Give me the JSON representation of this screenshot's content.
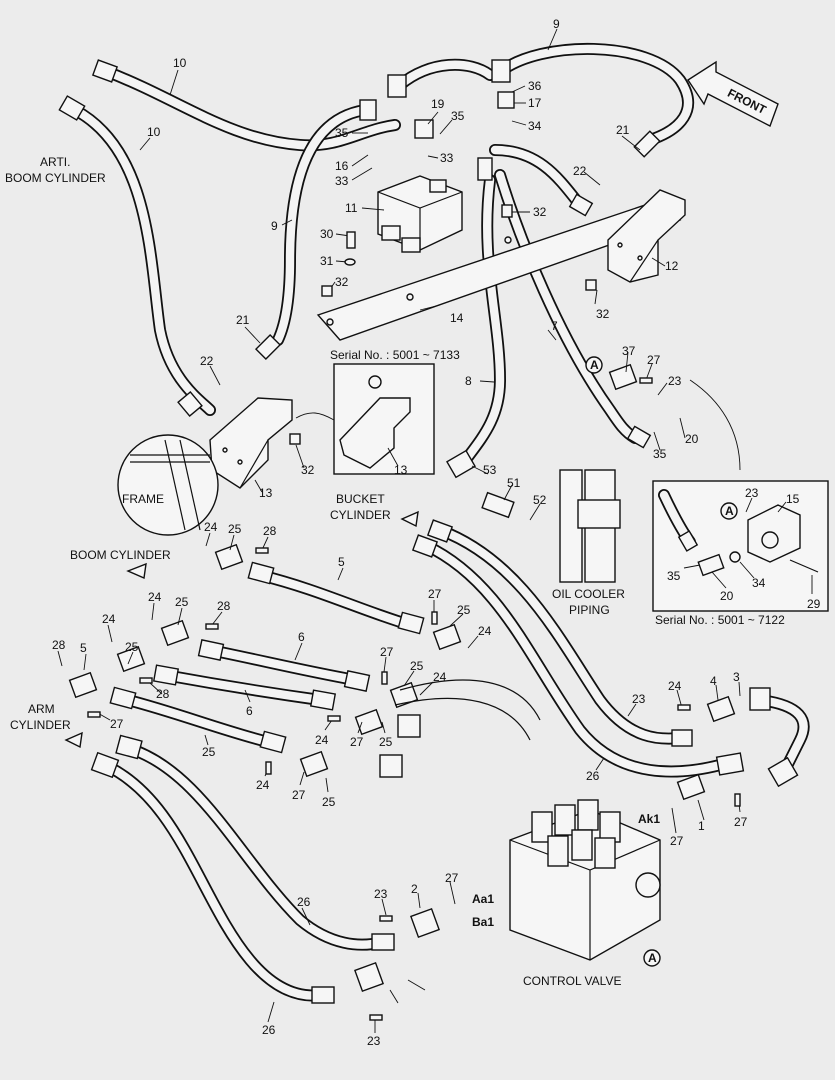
{
  "labels": {
    "front": "FRONT",
    "arti_boom": [
      "ARTI.",
      "BOOM CYLINDER"
    ],
    "serial_7133": "Serial No. : 5001 ~ 7133",
    "serial_7122": "Serial No. : 5001 ~ 7122",
    "frame": "FRAME",
    "bucket": [
      "BUCKET",
      "CYLINDER"
    ],
    "boom": "BOOM CYLINDER",
    "arm": [
      "ARM",
      "CYLINDER"
    ],
    "oil_cooler": [
      "OIL COOLER",
      "PIPING"
    ],
    "control_valve": "CONTROL VALVE",
    "port_aa1": "Aa1",
    "port_ba1": "Ba1",
    "port_ak1": "Ak1",
    "ref_a": "A"
  },
  "callouts": [
    "9",
    "10",
    "10",
    "36",
    "17",
    "19",
    "35",
    "34",
    "35",
    "16",
    "33",
    "33",
    "21",
    "22",
    "11",
    "32",
    "30",
    "31",
    "32",
    "9",
    "12",
    "32",
    "14",
    "21",
    "22",
    "37",
    "27",
    "23",
    "20",
    "35",
    "13",
    "32",
    "8",
    "7",
    "13",
    "53",
    "51",
    "52",
    "23",
    "15",
    "35",
    "20",
    "34",
    "29",
    "24",
    "25",
    "28",
    "5",
    "24",
    "25",
    "28",
    "27",
    "25",
    "24",
    "6",
    "27",
    "25",
    "24",
    "6",
    "28",
    "24",
    "25",
    "28",
    "5",
    "27",
    "25",
    "24",
    "27",
    "25",
    "24",
    "27",
    "25",
    "24",
    "4",
    "3",
    "23",
    "26",
    "27",
    "1",
    "27",
    "26",
    "23",
    "2",
    "27",
    "26",
    "23"
  ]
}
